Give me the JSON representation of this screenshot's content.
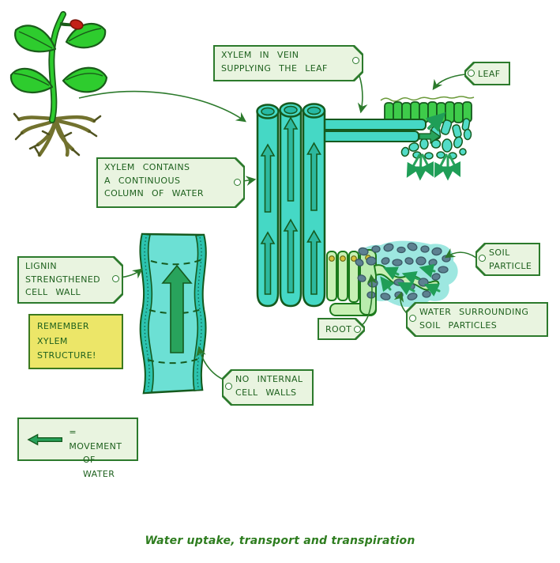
{
  "title": "Water uptake, transport and transpiration",
  "colors": {
    "label_bg": "#e9f4e0",
    "label_border": "#2c7a2c",
    "text_green": "#1e611e",
    "note_bg": "#ece668",
    "xylem_cyan": "#45d8c5",
    "water_cyan": "#9de7e0",
    "leaf_green": "#3ecb4a",
    "arrow_green": "#28a35c",
    "soil_gray": "#5d8191",
    "caption_green": "#2e7d1f",
    "plant_green": "#2ecc2e",
    "bud_red": "#c32017",
    "root_olive": "#72722e"
  },
  "labels": {
    "xylem_in_vein": {
      "lines": [
        "XYLEM IN VEIN",
        "SUPPLYING THE LEAF"
      ]
    },
    "leaf": {
      "lines": [
        "LEAF"
      ]
    },
    "xylem_contains": {
      "lines": [
        "XYLEM CONTAINS",
        "A CONTINUOUS",
        "COLUMN OF WATER"
      ]
    },
    "lignin": {
      "lines": [
        "LIGNIN",
        "STRENGTHENED",
        "CELL WALL"
      ]
    },
    "no_internal": {
      "lines": [
        "NO INTERNAL",
        "CELL WALLS"
      ]
    },
    "soil_particle": {
      "lines": [
        "SOIL",
        "PARTICLE"
      ]
    },
    "water_surrounding": {
      "lines": [
        "WATER SURROUNDING",
        "SOIL PARTICLES"
      ]
    },
    "root": {
      "lines": [
        "ROOT"
      ]
    }
  },
  "note": {
    "lines": [
      "REMEMBER",
      "XYLEM",
      "STRUCTURE!"
    ]
  },
  "legend": {
    "lines": [
      "= MOVEMENT",
      "OF WATER"
    ],
    "icon": "left-arrow-icon"
  }
}
